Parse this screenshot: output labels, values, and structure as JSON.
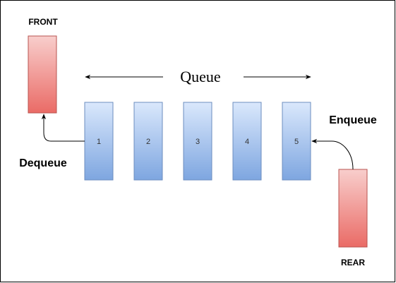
{
  "title": "Queue",
  "front_label": "FRONT",
  "rear_label": "REAR",
  "dequeue_label": "Dequeue",
  "enqueue_label": "Enqueue",
  "items": [
    "1",
    "2",
    "3",
    "4",
    "5"
  ],
  "colors": {
    "red_top": "#f8cecc",
    "red_bottom": "#ea6b66",
    "red_stroke": "#b85450",
    "blue_top": "#dae8fc",
    "blue_bottom": "#7ea6e0",
    "blue_stroke": "#6c8ebf"
  }
}
